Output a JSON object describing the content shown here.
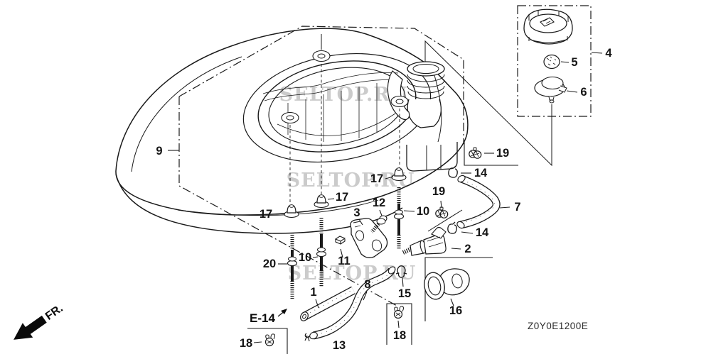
{
  "diagram": {
    "code": "Z0Y0E1200E",
    "frame_ref": "E-14",
    "front_label": "FR.",
    "watermark": "SELTOP.RU"
  },
  "callouts": {
    "tank_frame": "9",
    "cap_box": "4",
    "cap_filter": "5",
    "cap_gasket": "6",
    "tube_a": "1",
    "valve": "2",
    "bracket": "3",
    "hose_v": "7",
    "tube_b": "8",
    "stud_center": "10",
    "stud_right": "10",
    "nut": "11",
    "bolt": "12",
    "tube_c": "13",
    "clip_top": "14",
    "clip_bottom": "14",
    "clip_omega": "15",
    "grommet": "16",
    "mount_left": "17",
    "mount_center": "17",
    "mount_right": "17",
    "clamp_bottom_left": "18",
    "clamp_bottom_right": "18",
    "clamp_top": "19",
    "clamp_mid": "19",
    "stud_long": "20"
  }
}
